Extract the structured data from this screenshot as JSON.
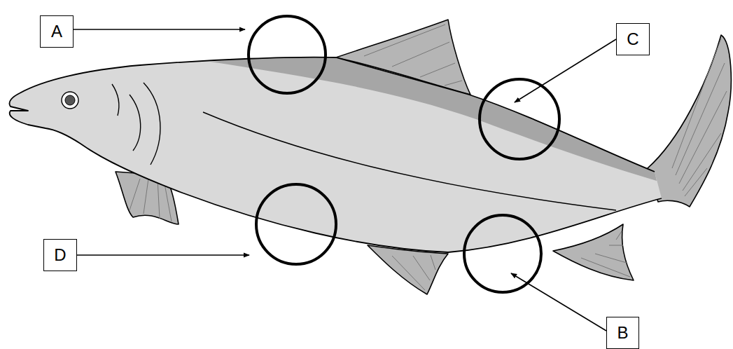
{
  "diagram": {
    "nodes": [
      {
        "text": [
          "A"
        ]
      },
      {
        "text": [
          "C"
        ]
      },
      {
        "text": [
          "D"
        ]
      },
      {
        "text": [
          "B"
        ]
      }
    ]
  }
}
